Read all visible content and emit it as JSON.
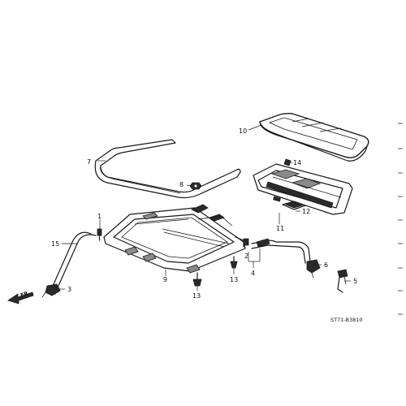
{
  "callouts": {
    "c1": "1",
    "c2": "2",
    "c3": "3",
    "c4": "4",
    "c5": "5",
    "c6": "6",
    "c7": "7",
    "c8": "8",
    "c9": "9",
    "c10": "10",
    "c11": "11",
    "c12": "12",
    "c13a": "13",
    "c13b": "13",
    "c14": "14",
    "c15": "15"
  },
  "front_marker": "FR.",
  "diagram_code": "ST71-B3810"
}
